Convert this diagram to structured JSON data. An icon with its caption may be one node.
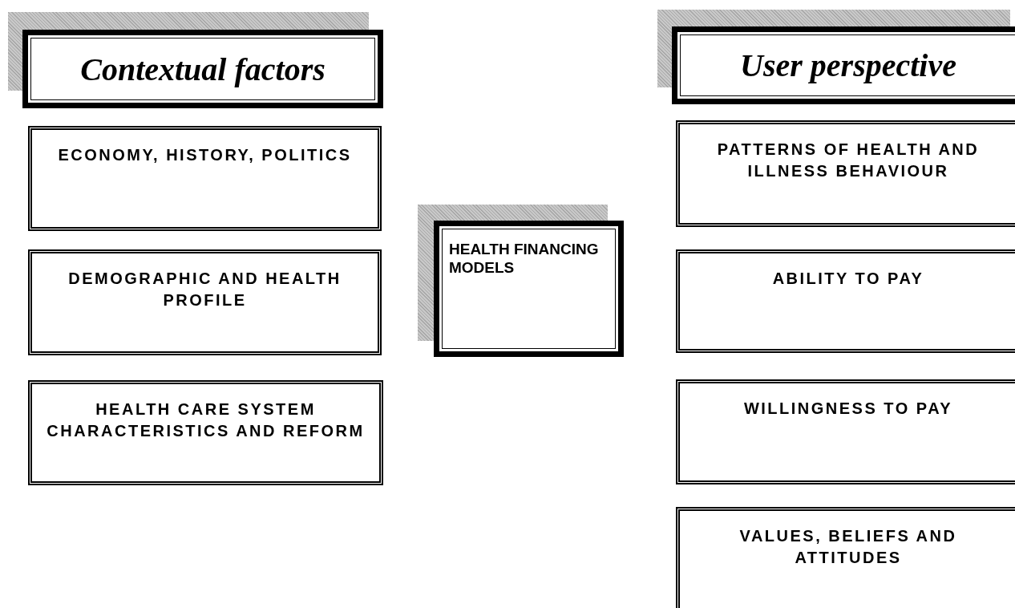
{
  "diagram": {
    "nodes": [
      {
        "text": [
          "Contextual factors"
        ]
      },
      {
        "text": [
          "ECONOMY, HISTORY, POLITICS"
        ]
      },
      {
        "text": [
          "DEMOGRAPHIC AND HEALTH PROFILE"
        ]
      },
      {
        "text": [
          "HEALTH CARE SYSTEM CHARACTERISTICS AND REFORM"
        ]
      },
      {
        "text": [
          "HEALTH FINANCING MODELS"
        ]
      },
      {
        "text": [
          "User perspective"
        ]
      },
      {
        "text": [
          "PATTERNS OF HEALTH AND ILLNESS BEHAVIOUR"
        ]
      },
      {
        "text": [
          "ABILITY TO PAY"
        ]
      },
      {
        "text": [
          "WILLINGNESS TO PAY"
        ]
      },
      {
        "text": [
          "VALUES, BELIEFS AND ATTITUDES"
        ]
      }
    ],
    "edges": []
  }
}
